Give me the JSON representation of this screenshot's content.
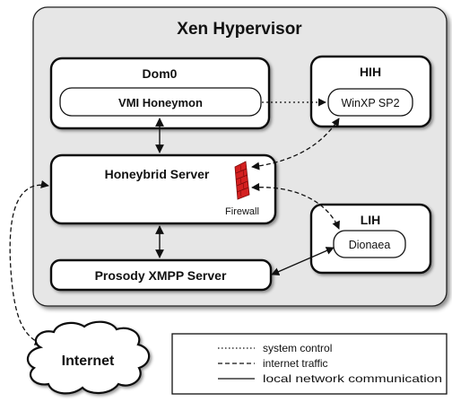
{
  "title": "Xen Hypervisor",
  "dom0": {
    "label": "Dom0",
    "honeymon": "VMI Honeymon"
  },
  "hih": {
    "label": "HIH",
    "vm": "WinXP SP2"
  },
  "honeybrid": {
    "label": "Honeybrid Server",
    "firewall": "Firewall"
  },
  "lih": {
    "label": "LIH",
    "vm": "Dionaea"
  },
  "xmpp": {
    "label": "Prosody XMPP Server"
  },
  "internet": {
    "label": "Internet"
  },
  "legend": {
    "items": [
      {
        "style": "dotted",
        "label": "system control"
      },
      {
        "style": "dashed",
        "label": "internet traffic"
      },
      {
        "style": "solid",
        "label": "local network communication"
      }
    ]
  },
  "colors": {
    "frame": "#e6e6e6",
    "box": "#ffffff",
    "stroke": "#111111",
    "firewall": "#d42020"
  }
}
